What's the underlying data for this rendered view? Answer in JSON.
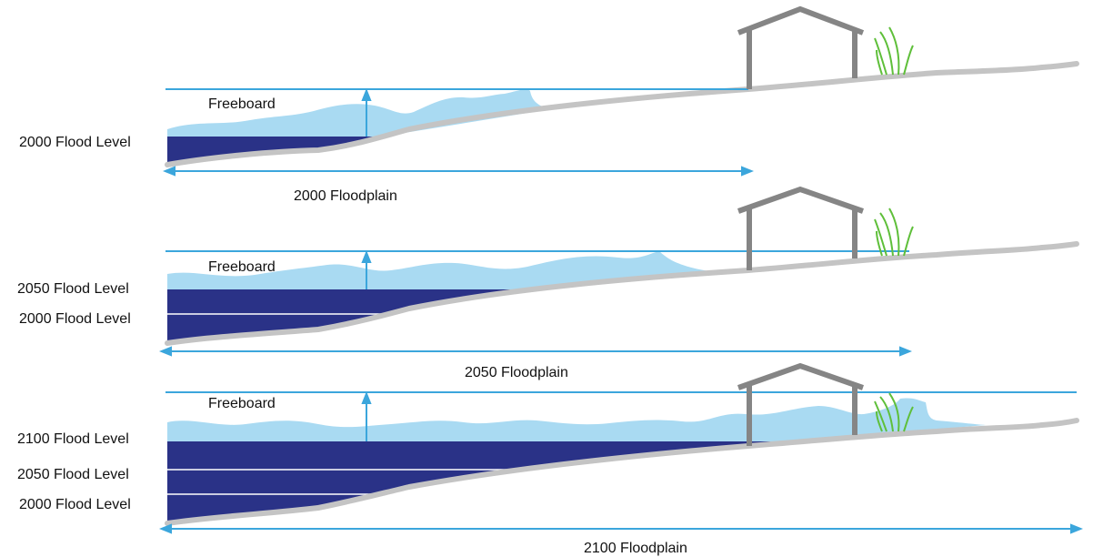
{
  "colors": {
    "deep_water": "#2a3287",
    "shallow_water": "#a9daf2",
    "freeboard_line": "#3ba6dc",
    "ground": "#c4c4c4",
    "house": "#858585",
    "grass": "#5fbf3a",
    "level_divider": "#ffffff"
  },
  "icons": [
    "house-icon",
    "grass-icon",
    "freeboard-arrow-icon",
    "floodplain-double-arrow-icon"
  ],
  "panels": [
    {
      "freeboard_label": "Freeboard",
      "flood_levels": [
        "2000 Flood Level"
      ],
      "floodplain_label": "2000 Floodplain"
    },
    {
      "freeboard_label": "Freeboard",
      "flood_levels": [
        "2050 Flood Level",
        "2000 Flood Level"
      ],
      "floodplain_label": "2050 Floodplain"
    },
    {
      "freeboard_label": "Freeboard",
      "flood_levels": [
        "2100 Flood Level",
        "2050 Flood Level",
        "2000 Flood Level"
      ],
      "floodplain_label": "2100 Floodplain"
    }
  ]
}
